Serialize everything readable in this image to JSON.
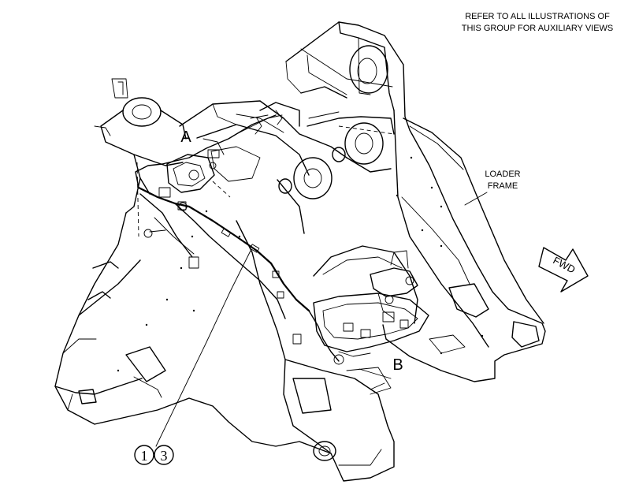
{
  "header_note": {
    "line1": "REFER TO ALL ILLUSTRATIONS OF",
    "line2": "THIS GROUP FOR AUXILIARY VIEWS"
  },
  "labels": {
    "frame_line1": "LOADER",
    "frame_line2": "FRAME",
    "view_a": "A",
    "view_b": "B",
    "fwd": "FWD"
  },
  "callouts": [
    "1",
    "3"
  ]
}
